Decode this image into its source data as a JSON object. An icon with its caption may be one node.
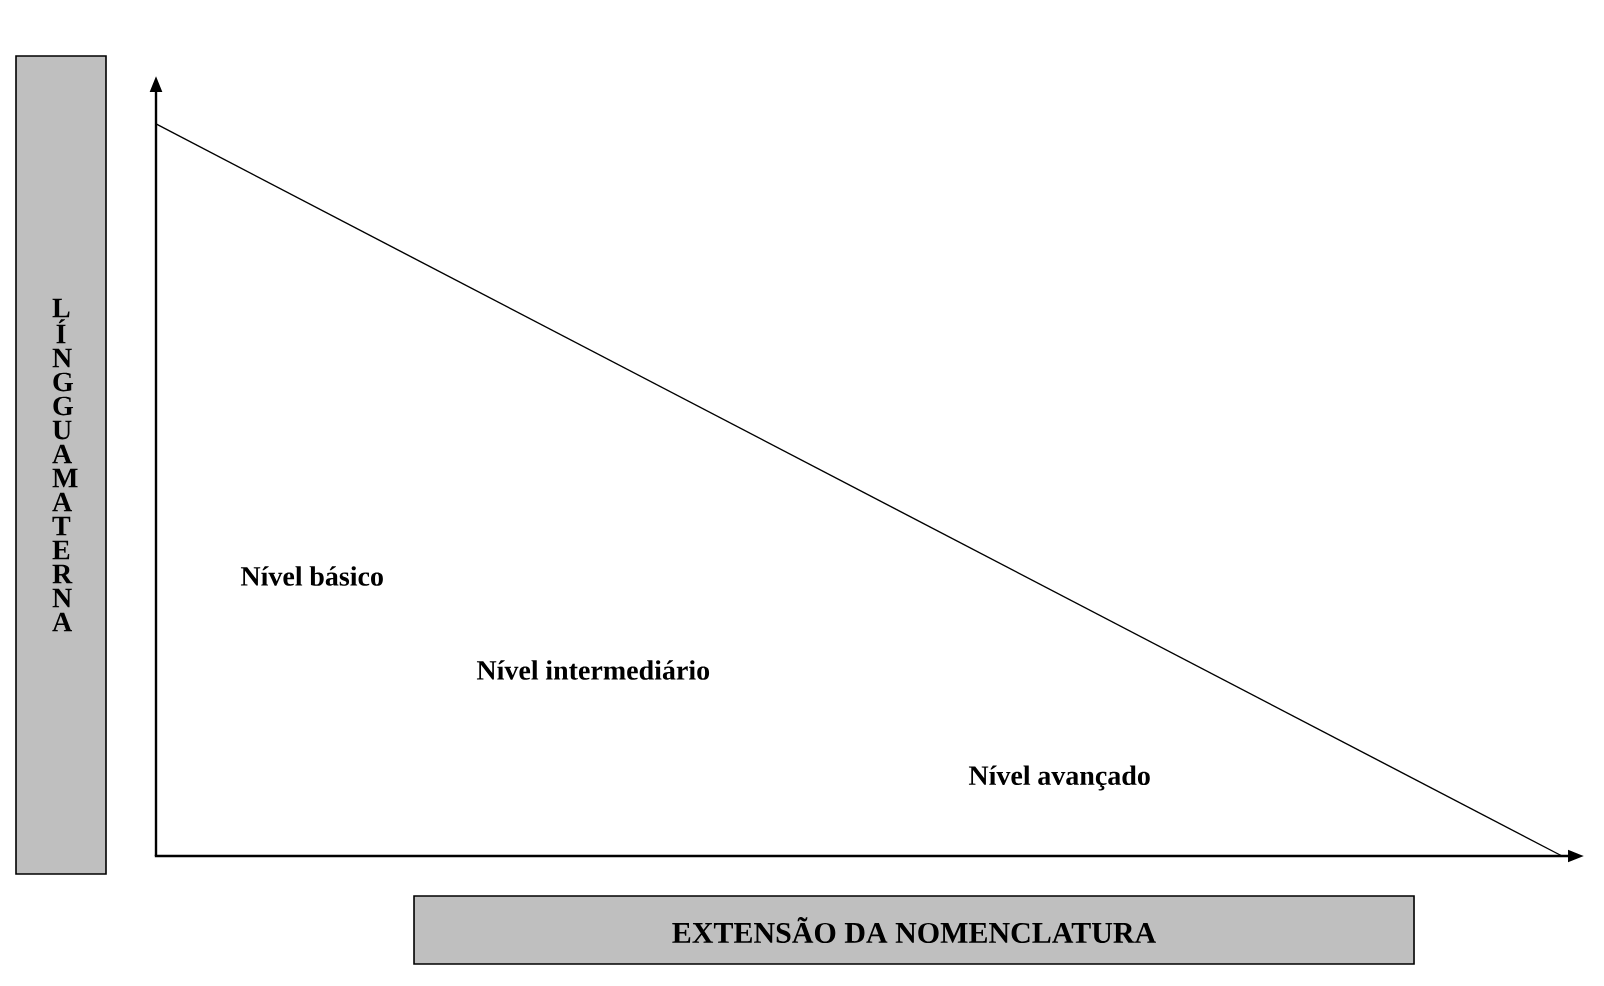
{
  "diagram": {
    "nodes": [
      {
        "text": [
          "LÍNGGUA MATERNA"
        ]
      },
      {
        "text": [
          "EXTENSÃO DA NOMENCLATURA"
        ]
      }
    ],
    "labels": [
      "Nível básico",
      "Nível intermediário",
      "Nível avançado"
    ]
  }
}
